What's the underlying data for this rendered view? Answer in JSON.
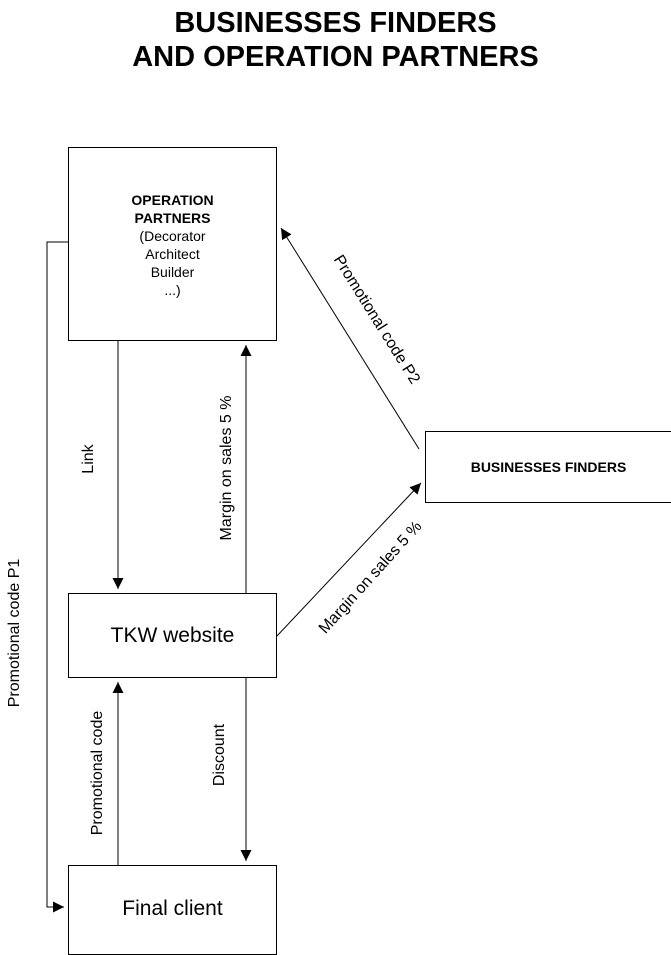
{
  "title": {
    "line1": "BUSINESSES FINDERS",
    "line2": "AND OPERATION PARTNERS"
  },
  "nodes": {
    "operation_partners": {
      "title_line1": "OPERATION",
      "title_line2": "PARTNERS",
      "detail_line1": "(Decorator",
      "detail_line2": "Architect",
      "detail_line3": "Builder",
      "detail_line4": "...)"
    },
    "businesses_finders": "BUSINESSES FINDERS",
    "tkw_website": "TKW website",
    "final_client": "Final client"
  },
  "edges": {
    "link": "Link",
    "margin_op": "Margin on sales 5 %",
    "margin_bf": "Margin on sales 5 %",
    "promo_p2": "Promotional code P2",
    "promo_p1": "Promotional code P1",
    "promo_code": "Promotional code",
    "discount": "Discount"
  }
}
